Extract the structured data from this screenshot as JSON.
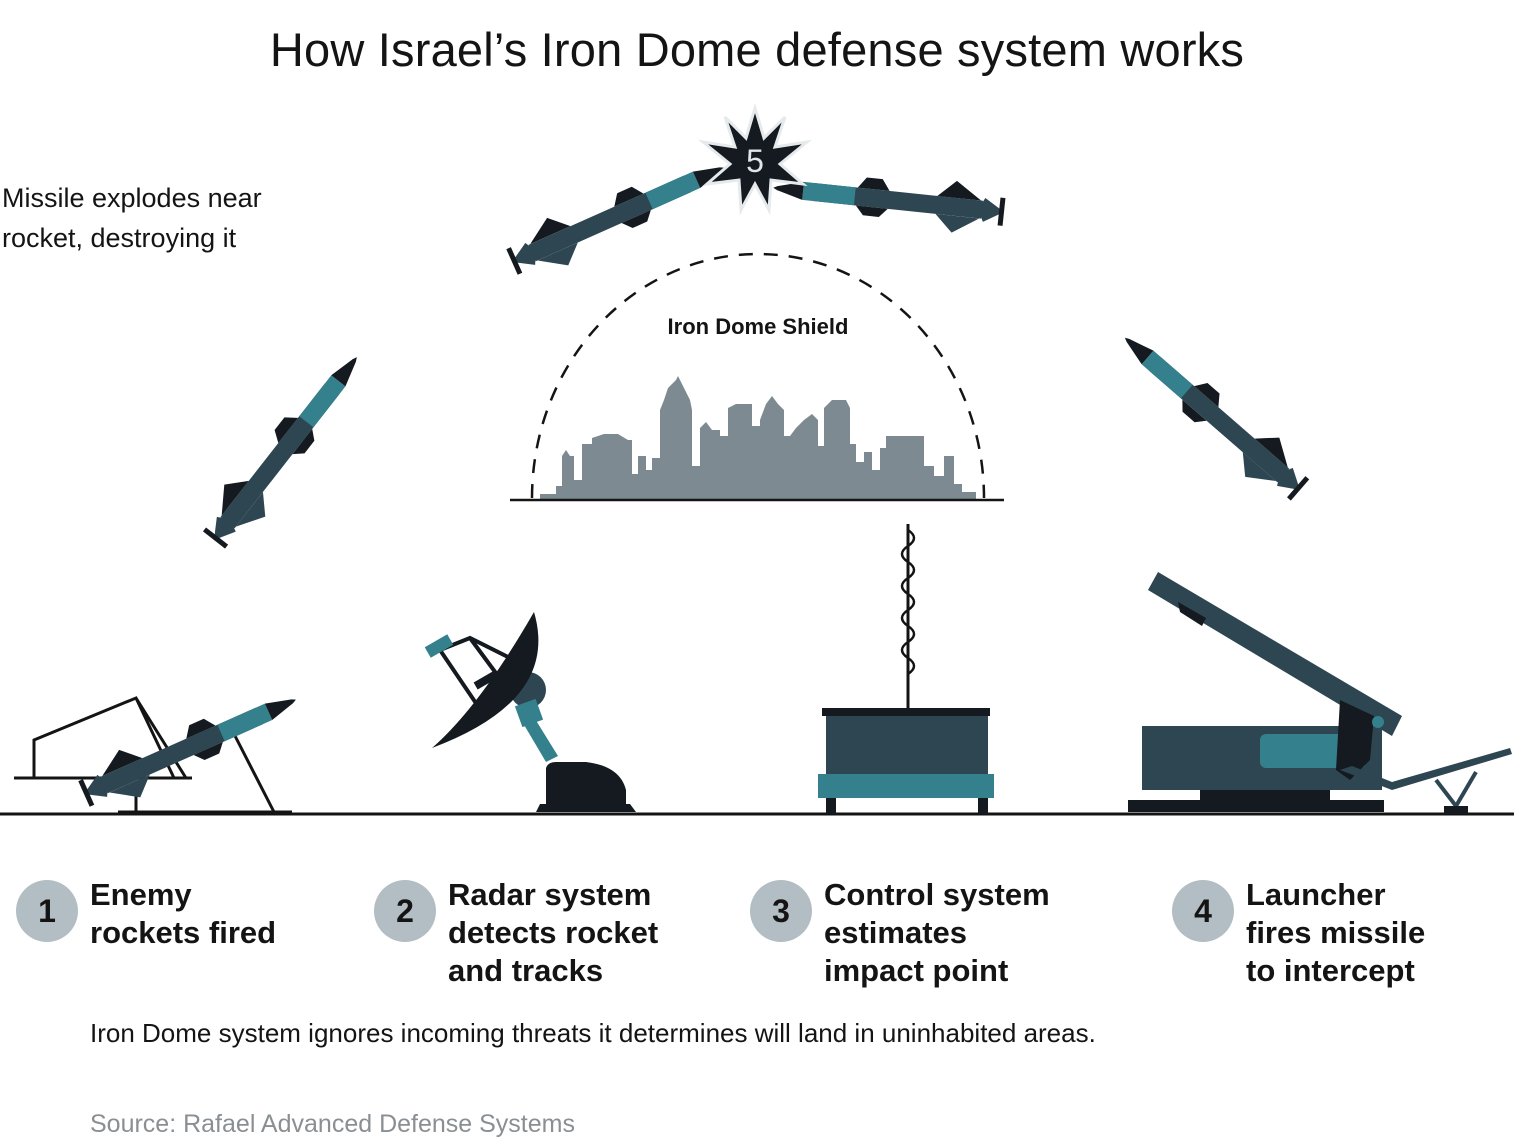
{
  "title": "How Israel’s Iron Dome defense system works",
  "callout_step5": {
    "number": "5",
    "lines": [
      "Missile explodes near",
      "rocket, destroying it"
    ]
  },
  "shield_label": "Iron Dome Shield",
  "steps": [
    {
      "number": "1",
      "lines": [
        "Enemy",
        "rockets fired"
      ]
    },
    {
      "number": "2",
      "lines": [
        "Radar system",
        "detects rocket",
        "and tracks"
      ]
    },
    {
      "number": "3",
      "lines": [
        "Control system",
        "estimates",
        "impact point"
      ]
    },
    {
      "number": "4",
      "lines": [
        "Launcher",
        "fires missile",
        "to intercept"
      ]
    }
  ],
  "note": "Iron Dome system ignores incoming threats it determines will land in uninhabited areas.",
  "source": "Source: Rafael Advanced Defense Systems",
  "colors": {
    "dark": "#2e4651",
    "teal": "#34808d",
    "black": "#141a1f",
    "city": "#7d8a91",
    "badge": "#b3bec4"
  }
}
